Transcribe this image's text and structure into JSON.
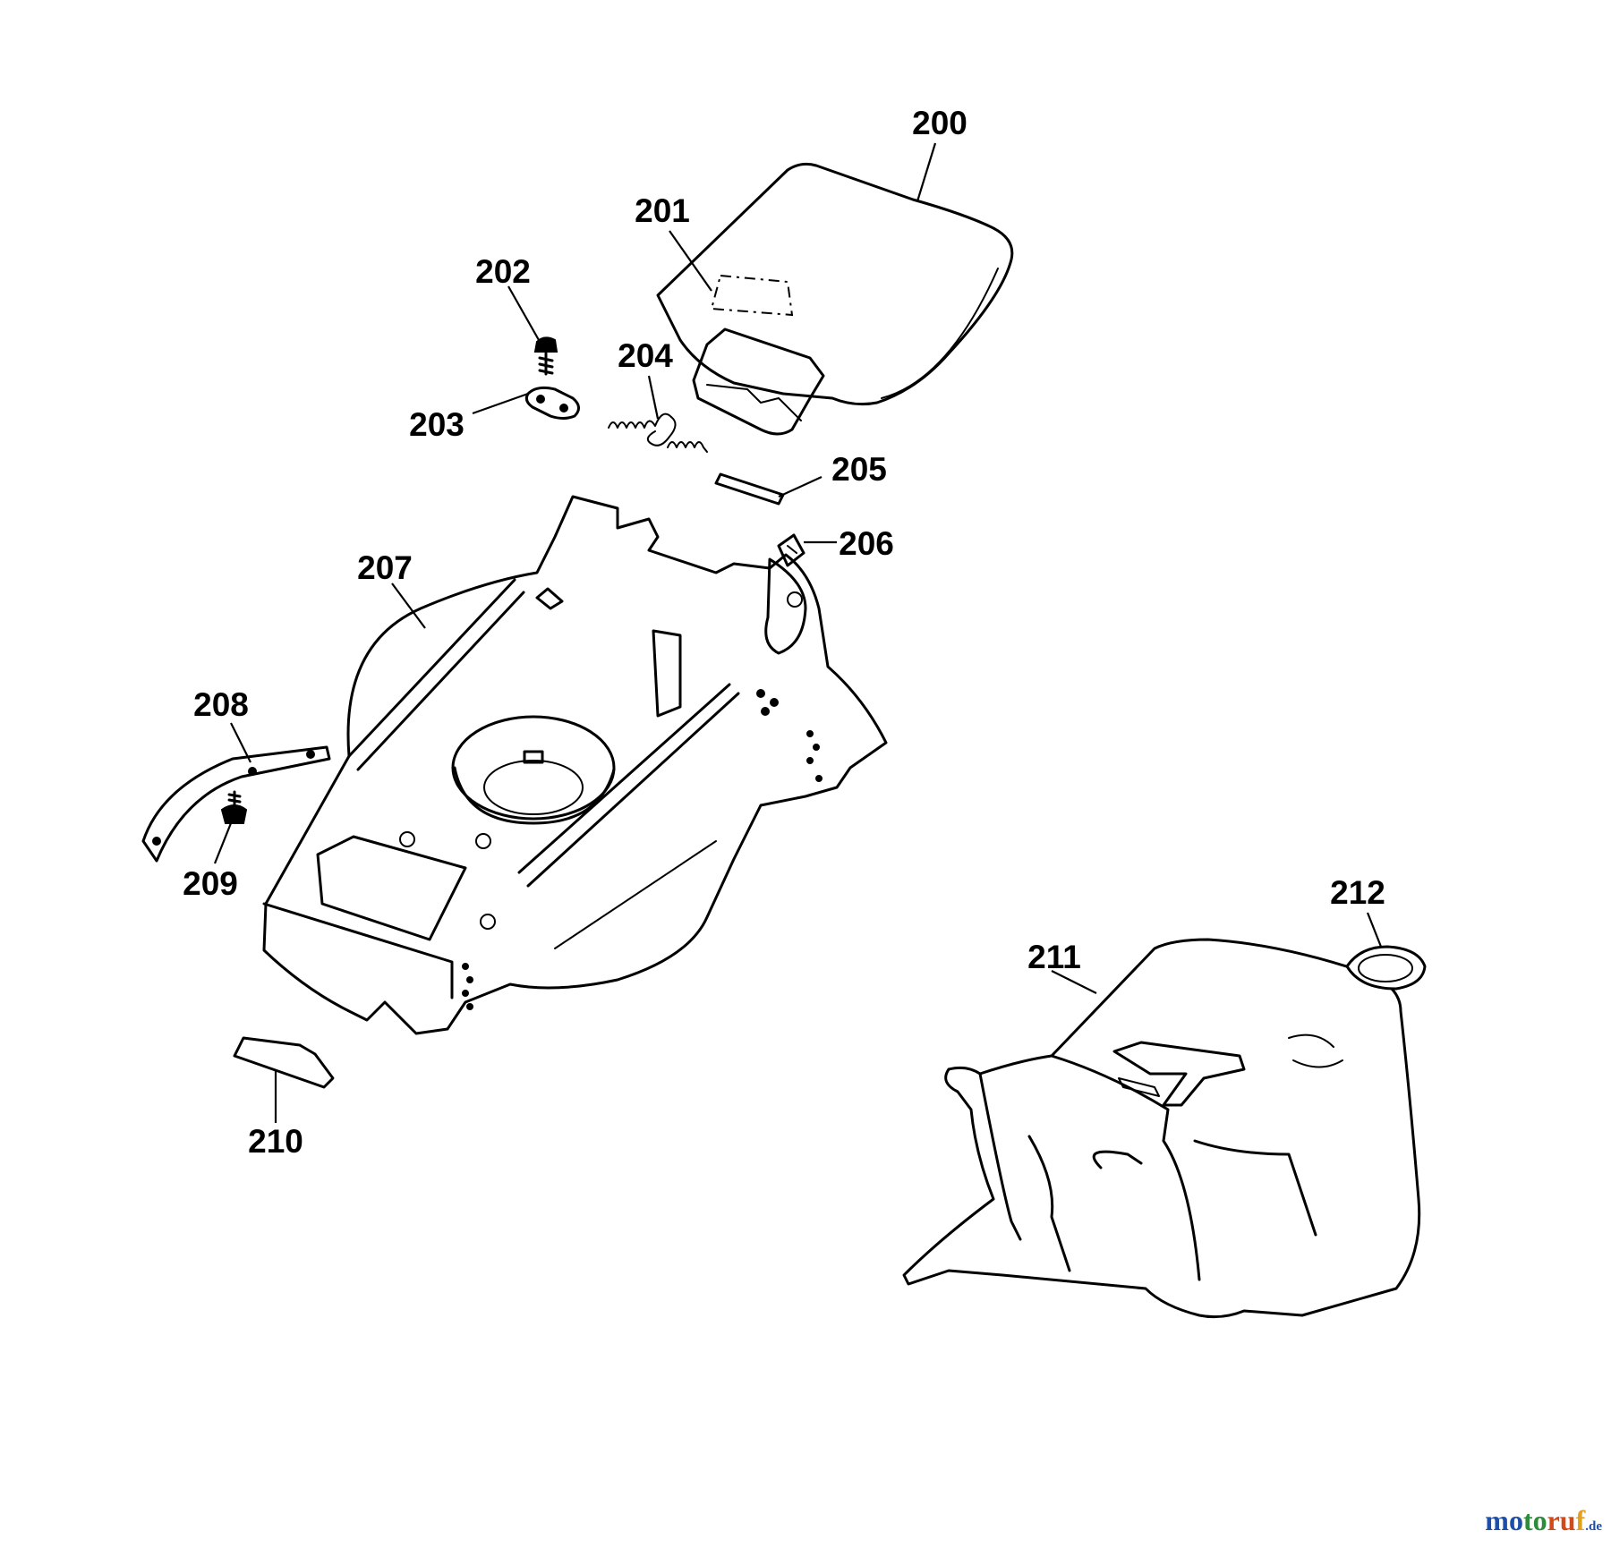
{
  "diagram": {
    "part_labels": {
      "p200": "200",
      "p201": "201",
      "p202": "202",
      "p203": "203",
      "p204": "204",
      "p205": "205",
      "p206": "206",
      "p207": "207",
      "p208": "208",
      "p209": "209",
      "p210": "210",
      "p211": "211",
      "p212": "212"
    }
  },
  "watermark": {
    "part1": "mo",
    "part2": "to",
    "part3": "ru",
    "part4": "f",
    "tld": ".de"
  }
}
